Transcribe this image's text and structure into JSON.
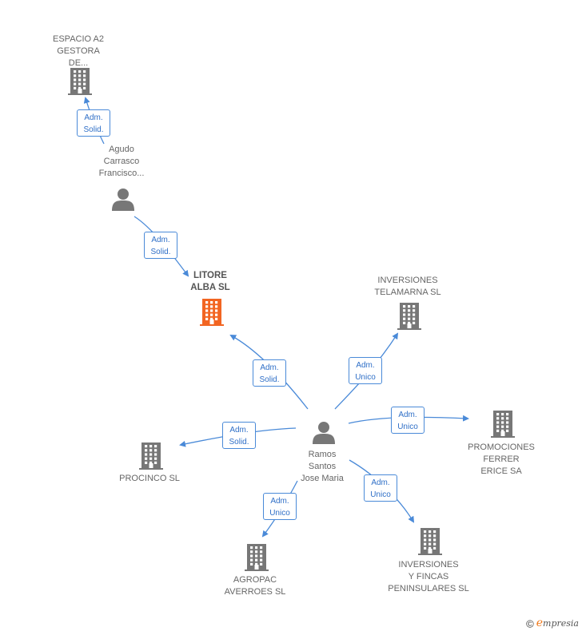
{
  "nodes": [
    {
      "id": "espacio",
      "type": "company",
      "label": "ESPACIO A2\nGESTORA\nDE...",
      "focus": false
    },
    {
      "id": "agudo",
      "type": "person",
      "label": "Agudo\nCarrasco\nFrancisco...",
      "focus": false
    },
    {
      "id": "litore",
      "type": "company",
      "label": "LITORE\nALBA  SL",
      "focus": true
    },
    {
      "id": "telamarna",
      "type": "company",
      "label": "INVERSIONES\nTELAMARNA SL",
      "focus": false
    },
    {
      "id": "ramos",
      "type": "person",
      "label": "Ramos\nSantos\nJose Maria",
      "focus": false
    },
    {
      "id": "promociones",
      "type": "company",
      "label": "PROMOCIONES\nFERRER\nERICE SA",
      "focus": false
    },
    {
      "id": "procinco",
      "type": "company",
      "label": "PROCINCO SL",
      "focus": false
    },
    {
      "id": "agropac",
      "type": "company",
      "label": "AGROPAC\nAVERROES  SL",
      "focus": false
    },
    {
      "id": "peninsulares",
      "type": "company",
      "label": "INVERSIONES\nY FINCAS\nPENINSULARES SL",
      "focus": false
    }
  ],
  "edges": [
    {
      "from": "agudo",
      "to": "espacio",
      "label": "Adm.\nSolid."
    },
    {
      "from": "agudo",
      "to": "litore",
      "label": "Adm.\nSolid."
    },
    {
      "from": "ramos",
      "to": "litore",
      "label": "Adm.\nSolid."
    },
    {
      "from": "ramos",
      "to": "telamarna",
      "label": "Adm.\nUnico"
    },
    {
      "from": "ramos",
      "to": "promociones",
      "label": "Adm.\nUnico"
    },
    {
      "from": "ramos",
      "to": "procinco",
      "label": "Adm.\nSolid."
    },
    {
      "from": "ramos",
      "to": "agropac",
      "label": "Adm.\nUnico"
    },
    {
      "from": "ramos",
      "to": "peninsulares",
      "label": "Adm.\nUnico"
    }
  ],
  "colors": {
    "edge": "#4a8ad8",
    "company": "#777777",
    "focus_company": "#f26522",
    "person": "#777777"
  },
  "footer": {
    "copyright": "©",
    "brand_initial": "e",
    "brand_rest": "mpresia"
  }
}
